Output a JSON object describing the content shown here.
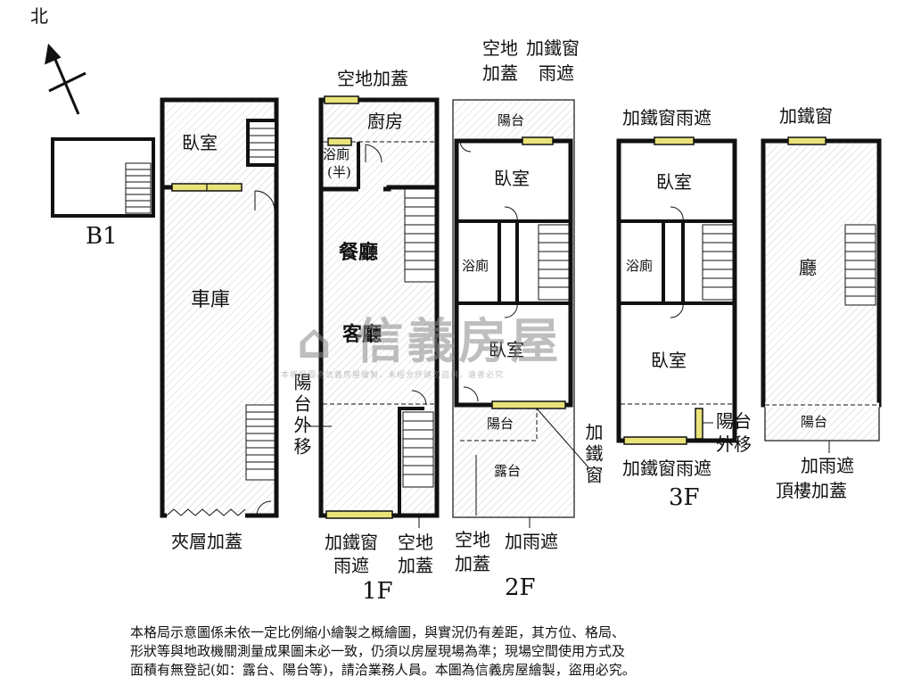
{
  "compass": {
    "north": "北"
  },
  "b1": {
    "title": "B1"
  },
  "ground_floor": {
    "bedroom": "臥室",
    "garage": "車庫",
    "mezzanine_note": "夾層加蓋"
  },
  "floor1": {
    "top_note": "空地加蓋",
    "kitchen": "廚房",
    "bath": "浴廁",
    "bath_sub": "(半)",
    "dining": "餐廳",
    "living": "客廳",
    "balcony_moved": "陽台外移",
    "bottom_note_1": "加鐵窗",
    "bottom_note_2": "雨遮",
    "bottom_note_3": "空地",
    "bottom_note_4": "加蓋",
    "title": "1F"
  },
  "floor2": {
    "top_note_1": "空地",
    "top_note_2": "加蓋",
    "top_note_3": "加鐵窗",
    "top_note_4": "雨遮",
    "balcony_top": "陽台",
    "bedroom_top": "臥室",
    "bath": "浴廁",
    "bedroom_mid": "臥室",
    "balcony_low": "陽台",
    "terrace": "露台",
    "side_note": "加鐵窗",
    "bottom_note_1": "空地",
    "bottom_note_2": "加蓋",
    "bottom_note_3": "加雨遮",
    "title": "2F"
  },
  "floor3": {
    "top_note": "加鐵窗雨遮",
    "bedroom_top": "臥室",
    "bath": "浴廁",
    "bedroom_mid": "臥室",
    "balcony_moved_1": "陽台",
    "balcony_moved_2": "外移",
    "bottom_note": "加鐵窗雨遮",
    "title": "3F"
  },
  "roof": {
    "top_note": "加鐵窗",
    "hall": "廳",
    "balcony": "陽台",
    "bottom_note_1": "加雨遮",
    "bottom_note_2": "頂樓加蓋"
  },
  "watermark": {
    "main": "信義房屋",
    "sub": "本格局圖為信義房屋繪製，未經允許請勿盜用，違者必究"
  },
  "disclaimer": [
    "本格局示意圖係未依一定比例縮小繪製之概繪圖，與實況仍有差距，其方位、格局、",
    "形狀等與地政機關測量成果圖未必一致，仍須以房屋現場為準；現場空間使用方式及",
    "面積有無登記(如：露台、陽台等)，請洽業務人員。本圖為信義房屋繪製，盜用必究。"
  ],
  "colors": {
    "wall": "#111111",
    "window": "#e9e37a",
    "hatch": "#c9c9c9",
    "watermark": "#8a8a8a"
  }
}
